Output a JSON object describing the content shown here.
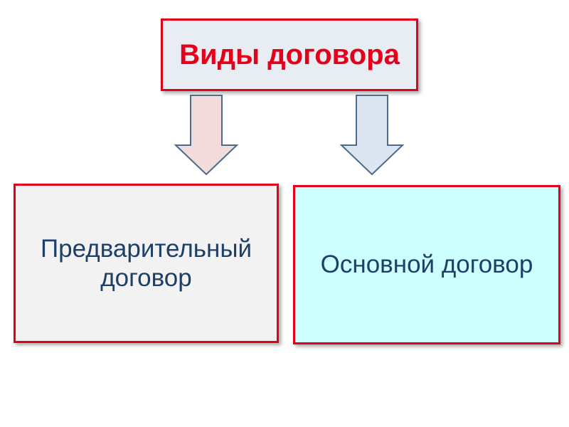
{
  "diagram": {
    "title": "Виды договора",
    "items": [
      {
        "label": "Предварительный договор"
      },
      {
        "label": "Основной договор"
      }
    ]
  },
  "colors": {
    "border": "#e3001b",
    "title_text": "#e3001b",
    "item_text": "#1f3f66",
    "title_fill": "#e8edf3",
    "left_fill": "#f2f2f2",
    "right_fill": "#ccffff",
    "left_arrow_fill": "#f2dcdb",
    "right_arrow_fill": "#dce6f1",
    "arrow_stroke": "#4a6b8c"
  }
}
